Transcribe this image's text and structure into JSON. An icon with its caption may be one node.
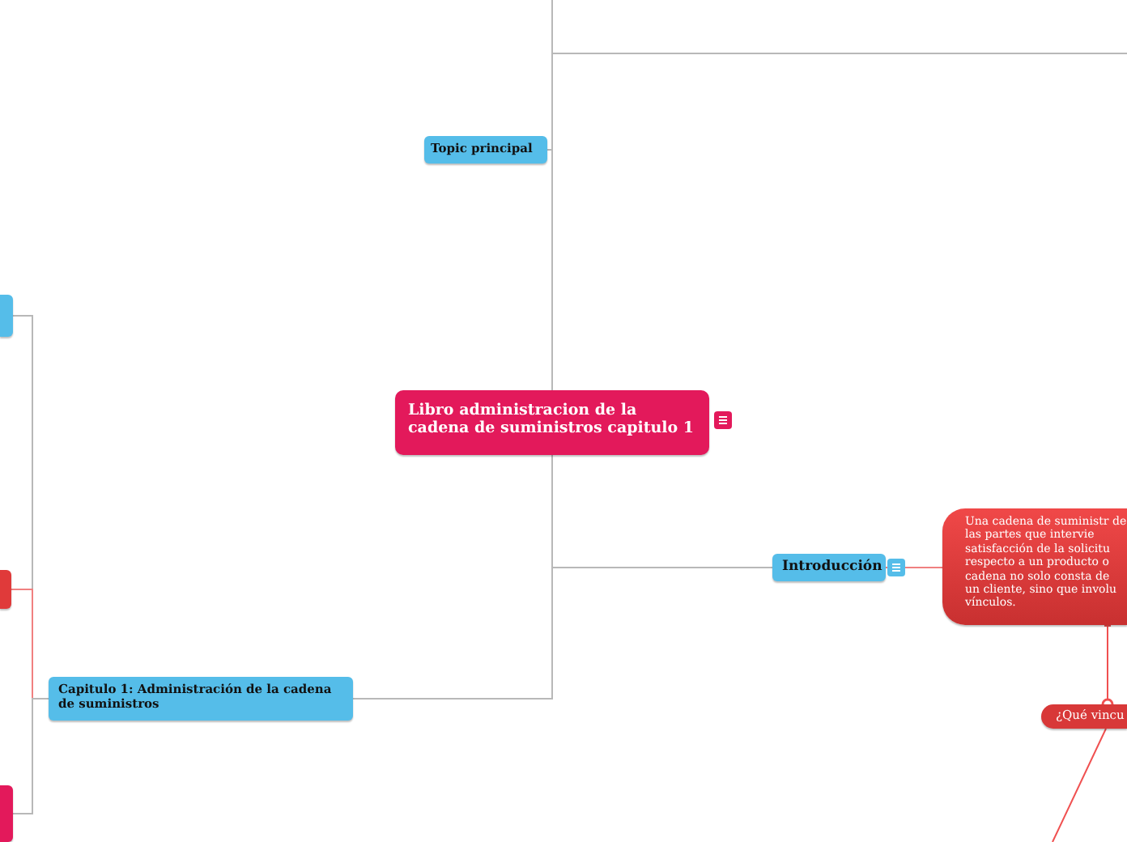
{
  "diagram": {
    "nodes": [
      {
        "text": [
          "Libro administracion de la cadena de suministros capitulo 1"
        ]
      },
      {
        "text": [
          "Topic principal"
        ]
      },
      {
        "text": [
          "Introducción"
        ]
      },
      {
        "text": [
          "Una cadena de suministr de las partes que intervie satisfacción de la solicitu respecto a un producto o cadena no solo consta de un cliente, sino que involu vínculos."
        ]
      },
      {
        "text": [
          "¿Qué vincu"
        ]
      },
      {
        "text": [
          "Capitulo 1: Administración de la cadena de suministros"
        ]
      },
      {
        "text": [],
        "shape": "box"
      },
      {
        "text": [],
        "shape": "box"
      },
      {
        "text": [],
        "shape": "box"
      }
    ],
    "edges": [
      {
        "from": 0,
        "to": null,
        "arrow": "none"
      },
      {
        "from": 0,
        "to": null,
        "arrow": "none"
      },
      {
        "from": 0,
        "to": 1,
        "arrow": "none"
      },
      {
        "from": 0,
        "to": 2,
        "arrow": "none"
      },
      {
        "from": 0,
        "to": 5,
        "arrow": "none"
      },
      {
        "from": 2,
        "to": 3,
        "arrow": "none",
        "color": "#f08080"
      },
      {
        "from": 3,
        "to": 4,
        "arrow": "other",
        "color": "#f05050"
      },
      {
        "from": 4,
        "to": null,
        "arrow": "none",
        "color": "#f05050"
      },
      {
        "from": 5,
        "to": 6,
        "arrow": "none"
      },
      {
        "from": 5,
        "to": 7,
        "arrow": "none",
        "color": "#f08080"
      },
      {
        "from": 5,
        "to": 8,
        "arrow": "none"
      }
    ]
  }
}
